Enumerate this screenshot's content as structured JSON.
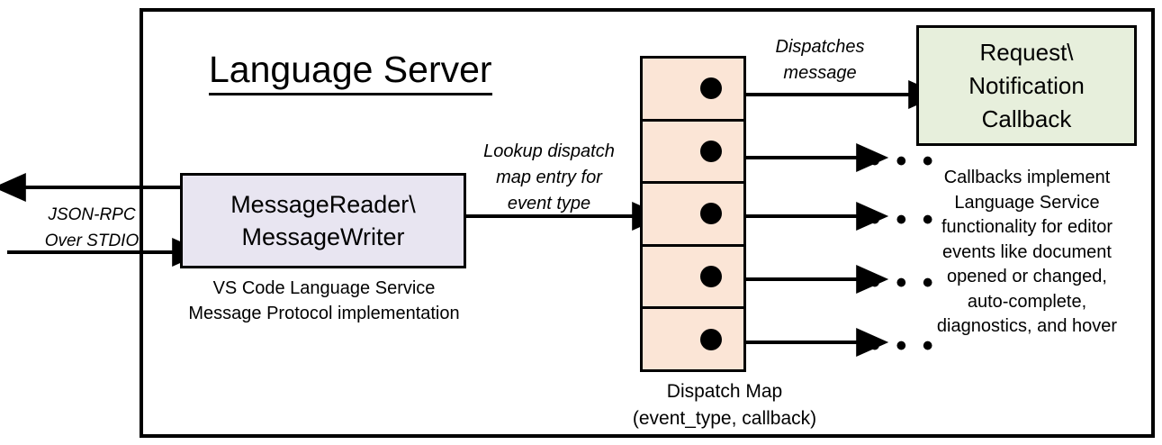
{
  "diagram": {
    "title": "Language Server",
    "frame_name": "language-server-boundary",
    "colors": {
      "reader_box_fill": "#E8E5F1",
      "dispatch_map_fill": "#FBE5D6",
      "callback_box_fill": "#E7EFDC",
      "stroke": "#000000",
      "background": "#FFFFFF"
    }
  },
  "external_io": {
    "label": "JSON-RPC\nOver STDIO",
    "outbound_arrow_name": "jsonrpc-outbound-arrow",
    "inbound_arrow_name": "jsonrpc-inbound-arrow"
  },
  "reader_node": {
    "label": "MessageReader\\\nMessageWriter",
    "caption": "VS Code Language Service\nMessage Protocol implementation"
  },
  "lookup_edge": {
    "label": "Lookup dispatch\nmap entry for\nevent type"
  },
  "dispatch_map": {
    "caption": "Dispatch Map\n(event_type, callback)",
    "rows": [
      {
        "index": 1,
        "dot": "filled-dot",
        "target": "callback-box"
      },
      {
        "index": 2,
        "dot": "filled-dot",
        "target": "ellipsis"
      },
      {
        "index": 3,
        "dot": "filled-dot",
        "target": "ellipsis"
      },
      {
        "index": 4,
        "dot": "filled-dot",
        "target": "ellipsis"
      },
      {
        "index": 5,
        "dot": "filled-dot",
        "target": "ellipsis"
      }
    ],
    "ellipsis_glyph": "• • •"
  },
  "dispatch_edge": {
    "label": "Dispatches\nmessage"
  },
  "callback_node": {
    "label": "Request\\\nNotification\nCallback",
    "caption": "Callbacks implement\nLanguage Service\nfunctionality for editor\nevents like document\nopened or changed,\nauto-complete,\ndiagnostics, and hover"
  }
}
